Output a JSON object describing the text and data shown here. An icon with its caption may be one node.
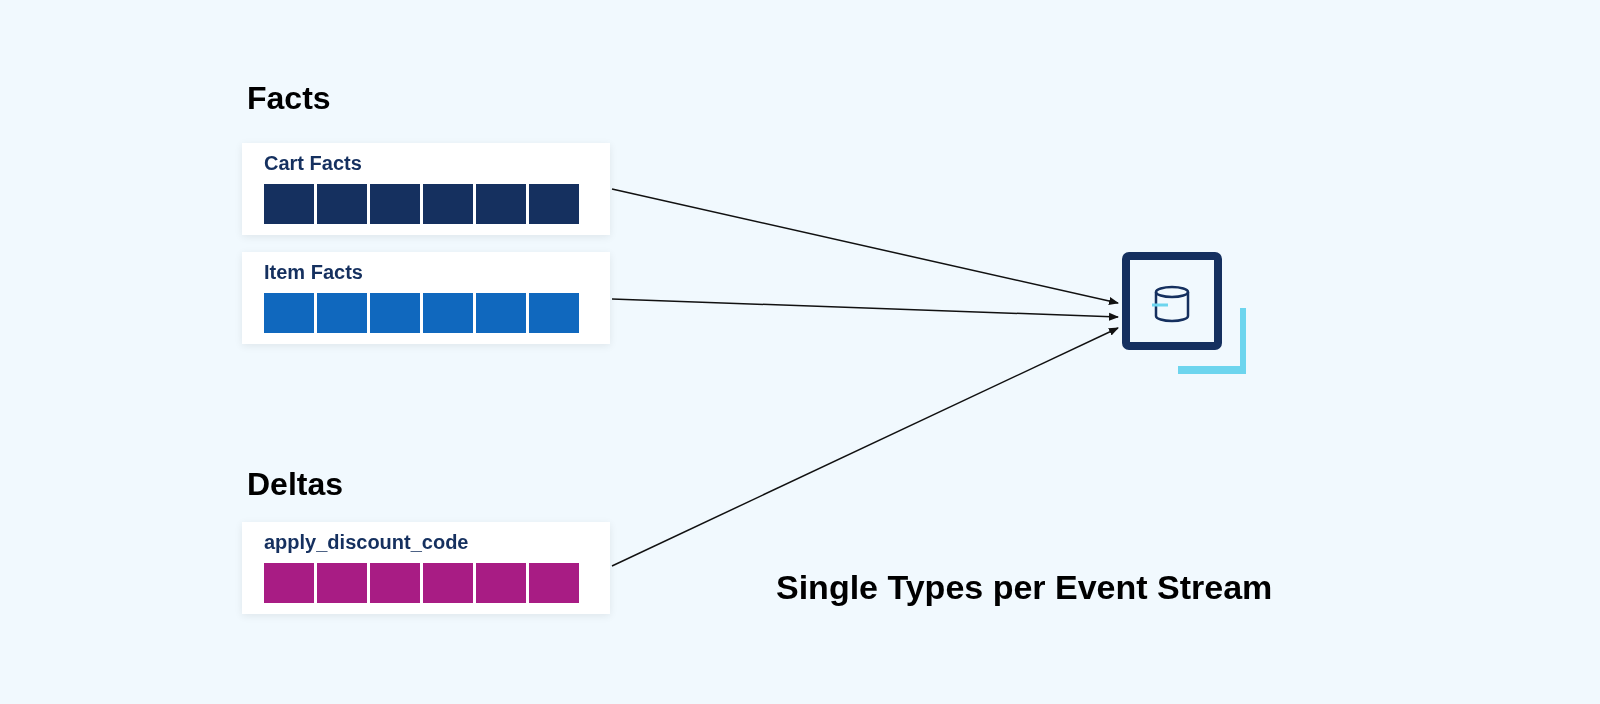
{
  "diagram": {
    "caption": "Single Types per Event Stream",
    "nodes": [
      {
        "text": [
          "Cart Facts"
        ]
      },
      {
        "text": [
          "Item Facts"
        ]
      },
      {
        "text": [
          "apply_discount_code"
        ]
      },
      {
        "text": [],
        "shape": "cylinder"
      }
    ],
    "edges": [
      {
        "from": 0,
        "to": 3,
        "arrow": "to"
      },
      {
        "from": 1,
        "to": 3,
        "arrow": "to"
      },
      {
        "from": 2,
        "to": 3,
        "arrow": "to"
      }
    ],
    "labels": [
      "Facts",
      "Deltas"
    ]
  }
}
